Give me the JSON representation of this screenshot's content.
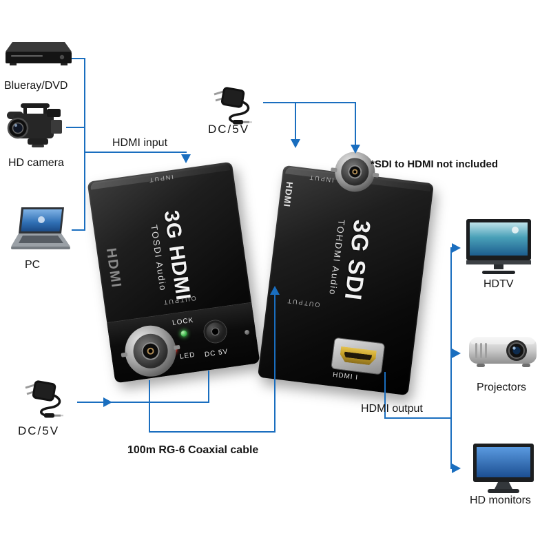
{
  "colors": {
    "line_blue": "#1a6ebf",
    "led_green": "#3ab54a",
    "led_red": "#d22f27",
    "hdmi_gold": "#c9a227",
    "box_black": "#0a0a0a"
  },
  "sources": [
    {
      "label": "Blueray/DVD"
    },
    {
      "label": "HD camera"
    },
    {
      "label": "PC"
    }
  ],
  "sinks": [
    {
      "label": "HDTV"
    },
    {
      "label": "Projectors"
    },
    {
      "label": "HD monitors"
    }
  ],
  "annotations": {
    "hdmi_input": "HDMI input",
    "dc_top": "DC/5V",
    "dc_bottom": "DC/5V",
    "note": "*SDI to HDMI not included",
    "hdmi_output": "HDMI output",
    "coax": "100m RG-6 Coaxial cable"
  },
  "converter1": {
    "input_label": "INPUT",
    "side_logo": "HDMI",
    "brand_main": "3G HDMI",
    "brand_sub": "TOSDI Audio",
    "output_label": "OUTPUT",
    "panel": {
      "lock_label": "LOCK",
      "led_label": "LED",
      "dc_label": "DC 5V"
    }
  },
  "converter2": {
    "input_label": "INPUT",
    "side_logo": "HDMI",
    "brand_main": "3G SDI",
    "brand_sub": "TOHDMI Audio",
    "output_label": "OUTPUT",
    "port_label": "HDMI I"
  }
}
